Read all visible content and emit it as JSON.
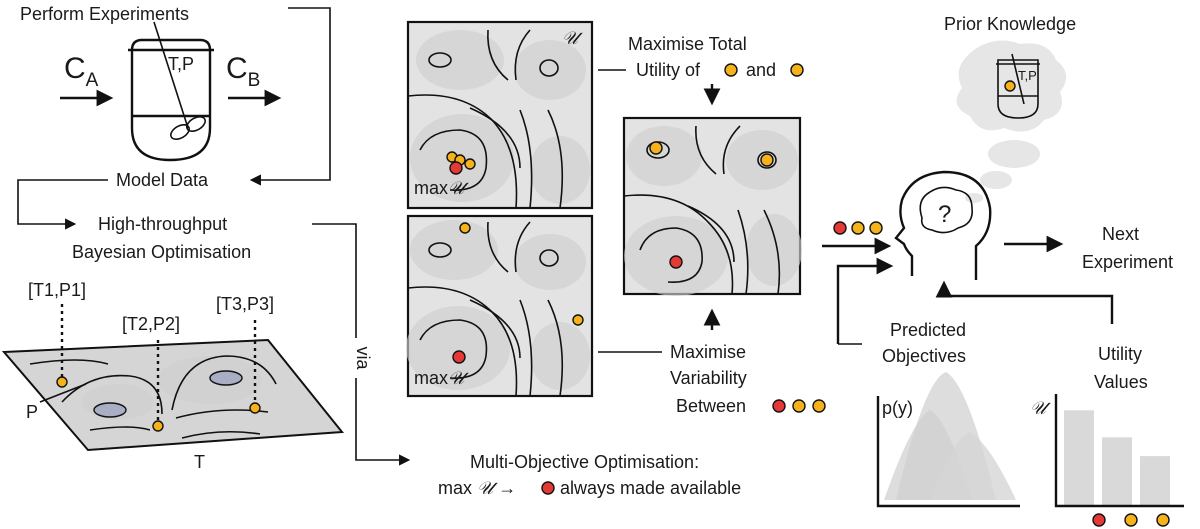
{
  "labels": {
    "perform_experiments": "Perform Experiments",
    "ca_main": "C",
    "ca_sub": "A",
    "cb_main": "C",
    "cb_sub": "B",
    "reactor_tp": "T,P",
    "model_data": "Model Data",
    "hto_line1": "High-throughput",
    "hto_line2": "Bayesian Optimisation",
    "p1": "[T1,P1]",
    "p2": "[T2,P2]",
    "p3": "[T3,P3]",
    "axis_p": "P",
    "axis_t": "T",
    "via": "via",
    "mo_line1": "Multi-Objective Optimisation:",
    "mo_line2a": "max",
    "mo_line2b": "always made available",
    "u_symbol": "𝒰",
    "arrow_symbol": "→",
    "max_u": "max",
    "maxtot_line1": "Maximise Total",
    "maxtot_line2a": "Utility of",
    "maxtot_line2b": "and",
    "maxvar_line1": "Maximise",
    "maxvar_line2": "Variability",
    "maxvar_line3": "Between",
    "prior": "Prior Knowledge",
    "prior_tp": "T,P",
    "question": "?",
    "next_line1": "Next",
    "next_line2": "Experiment",
    "pred_line1": "Predicted",
    "pred_line2": "Objectives",
    "py": "p(y)",
    "util_line1": "Utility",
    "util_line2": "Values"
  },
  "utility_bars": [
    0.92,
    0.66,
    0.48
  ],
  "bottom_dots": [
    "red",
    "yellow",
    "yellow"
  ],
  "colors": {
    "red": "#e53935",
    "yellow": "#f5b21b",
    "panel": "#e3e3e3",
    "blob": "#cfcfcf",
    "ink": "#111111"
  }
}
